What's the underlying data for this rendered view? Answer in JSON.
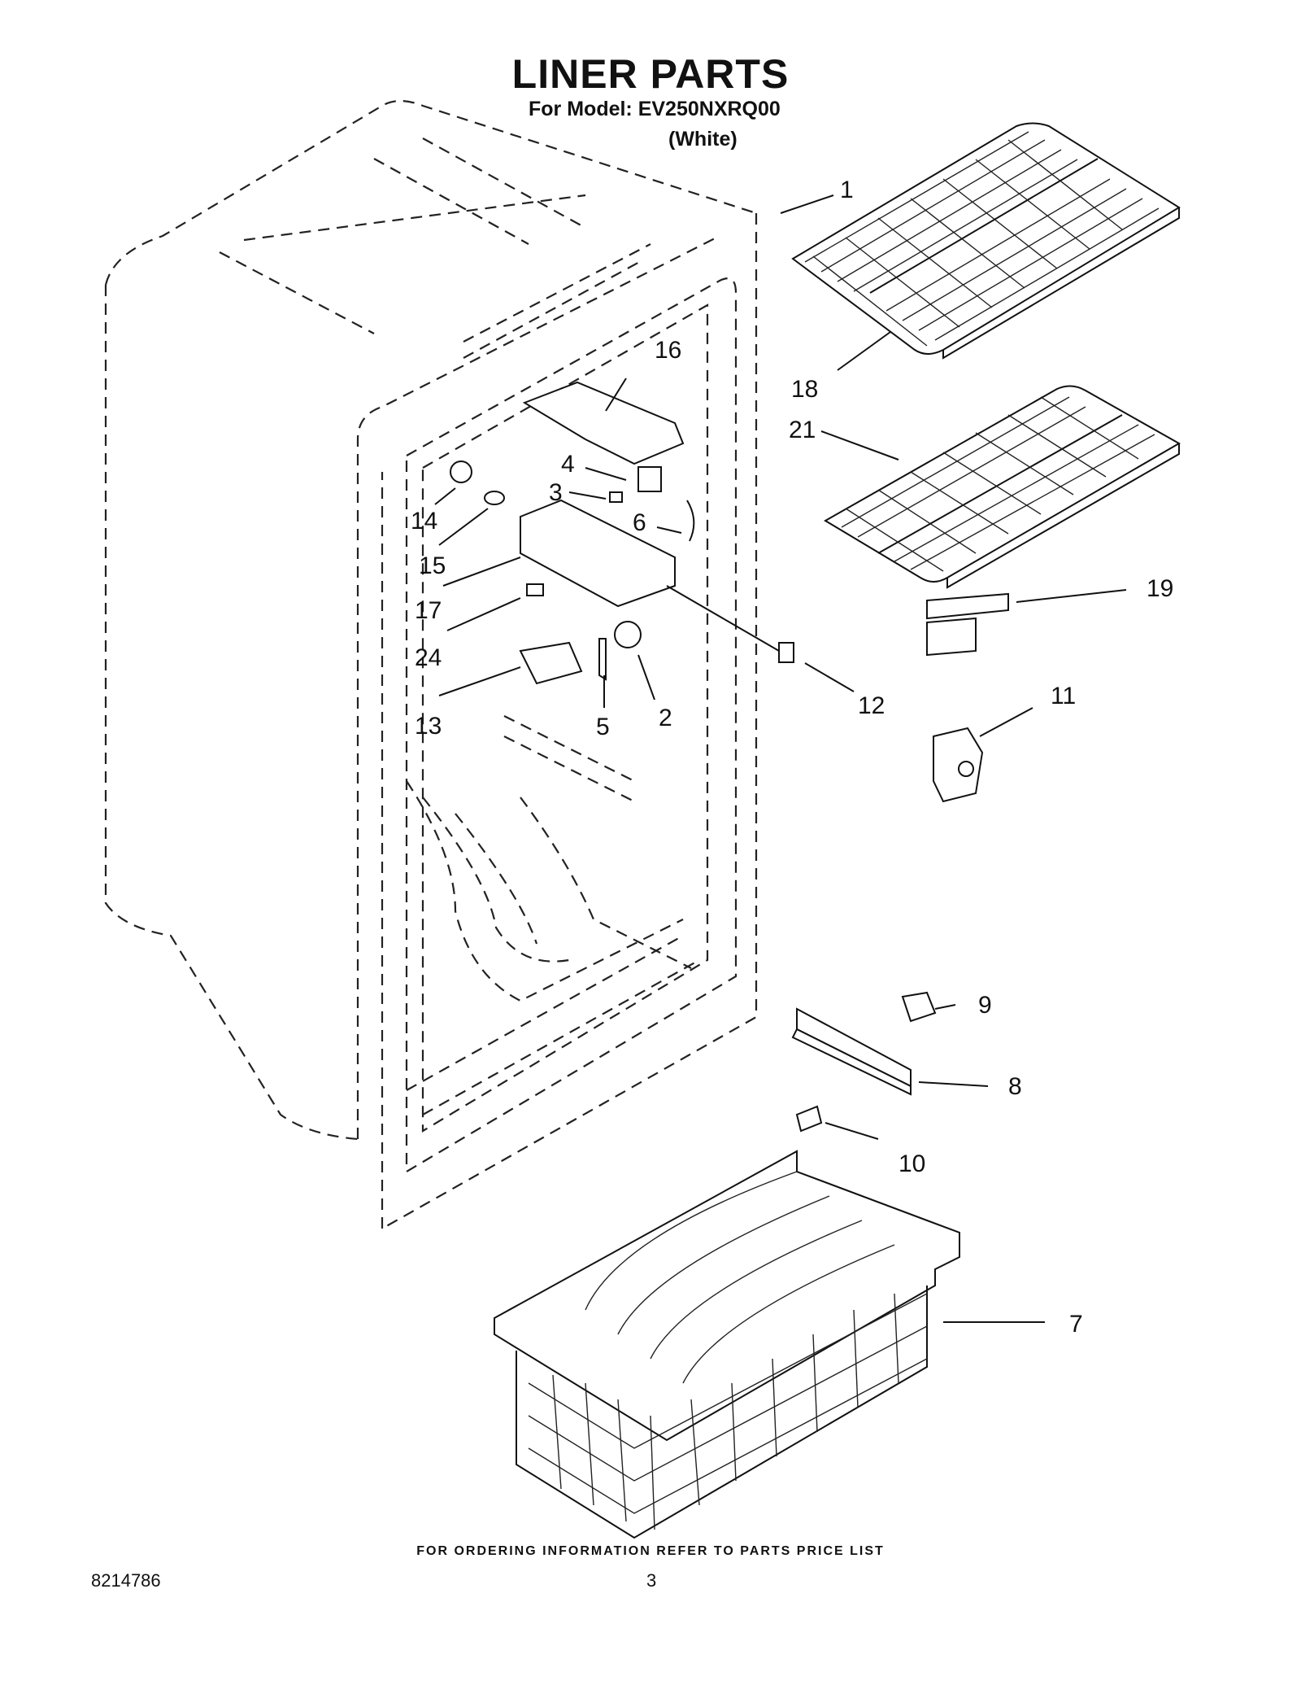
{
  "header": {
    "title": "LINER PARTS",
    "model_line": "For Model: EV250NXRQ00",
    "variant": "(White)"
  },
  "callouts": [
    "1",
    "2",
    "3",
    "4",
    "5",
    "6",
    "7",
    "8",
    "9",
    "10",
    "11",
    "12",
    "13",
    "14",
    "15",
    "16",
    "17",
    "18",
    "19",
    "21",
    "24"
  ],
  "footer": {
    "ordering_note": "FOR ORDERING INFORMATION REFER TO PARTS PRICE LIST",
    "document_number": "8214786",
    "page_number": "3"
  }
}
